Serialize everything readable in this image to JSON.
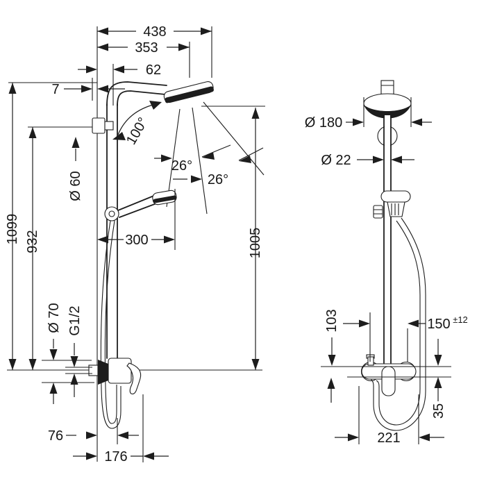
{
  "drawing": {
    "type": "technical-dimension-drawing",
    "subject": "shower pipe system (side view and front view)",
    "line_color": "#1d1d1d",
    "background": "#ffffff",
    "side_view": {
      "dim_438": "438",
      "dim_353": "353",
      "dim_62": "62",
      "dim_7": "7",
      "dim_1099": "1099",
      "dim_932": "932",
      "dia_60": "Ø 60",
      "dim_300": "300",
      "dim_1005": "1005",
      "dia_70": "Ø 70",
      "thread": "G1/2",
      "angle_100": "100°",
      "angle_26_left": "26°",
      "angle_26_right": "26°",
      "dim_76": "76",
      "dim_176": "176"
    },
    "front_view": {
      "dia_180": "Ø 180",
      "dia_22": "Ø 22",
      "dim_103": "103",
      "dim_150": "150",
      "tol_150": "±12",
      "dim_35": "35",
      "dim_221": "221"
    }
  }
}
